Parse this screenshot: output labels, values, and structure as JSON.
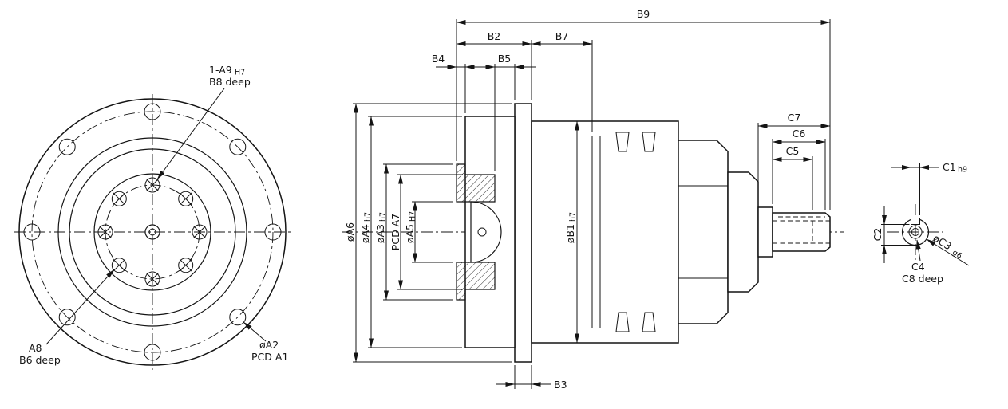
{
  "page": {
    "background": "#ffffff",
    "line_color": "#141414"
  },
  "front_view": {
    "name": "output-flange-front-view",
    "callout_tap": {
      "main": "1-A9",
      "tol": "H7",
      "line2": "B8 deep"
    },
    "callout_a8": {
      "line1": "A8",
      "line2": "B6 deep"
    },
    "callout_a2": {
      "line1": "øA2",
      "line2": "PCD A1"
    }
  },
  "side_view": {
    "name": "gearbox-section-side-view",
    "b9": "B9",
    "b2": "B2",
    "b7": "B7",
    "b4": "B4",
    "b5": "B5",
    "b3": "B3",
    "c7": "C7",
    "c6": "C6",
    "c5": "C5",
    "a6": {
      "main": "øA6",
      "tol": ""
    },
    "a4": {
      "main": "øA4",
      "tol": "h7"
    },
    "a3": {
      "main": "øA3",
      "tol": "h7"
    },
    "a7": {
      "main": "PCD A7",
      "tol": ""
    },
    "a5": {
      "main": "øA5",
      "tol": "H7"
    },
    "b1": {
      "main": "øB1",
      "tol": "h7"
    }
  },
  "end_view": {
    "name": "input-shaft-end-view",
    "c1": {
      "main": "C1",
      "tol": "h9"
    },
    "c2": "C2",
    "c4": {
      "line1": "C4",
      "line2": "C8 deep"
    },
    "c3": {
      "main": "øC3",
      "tol": "g6"
    }
  }
}
